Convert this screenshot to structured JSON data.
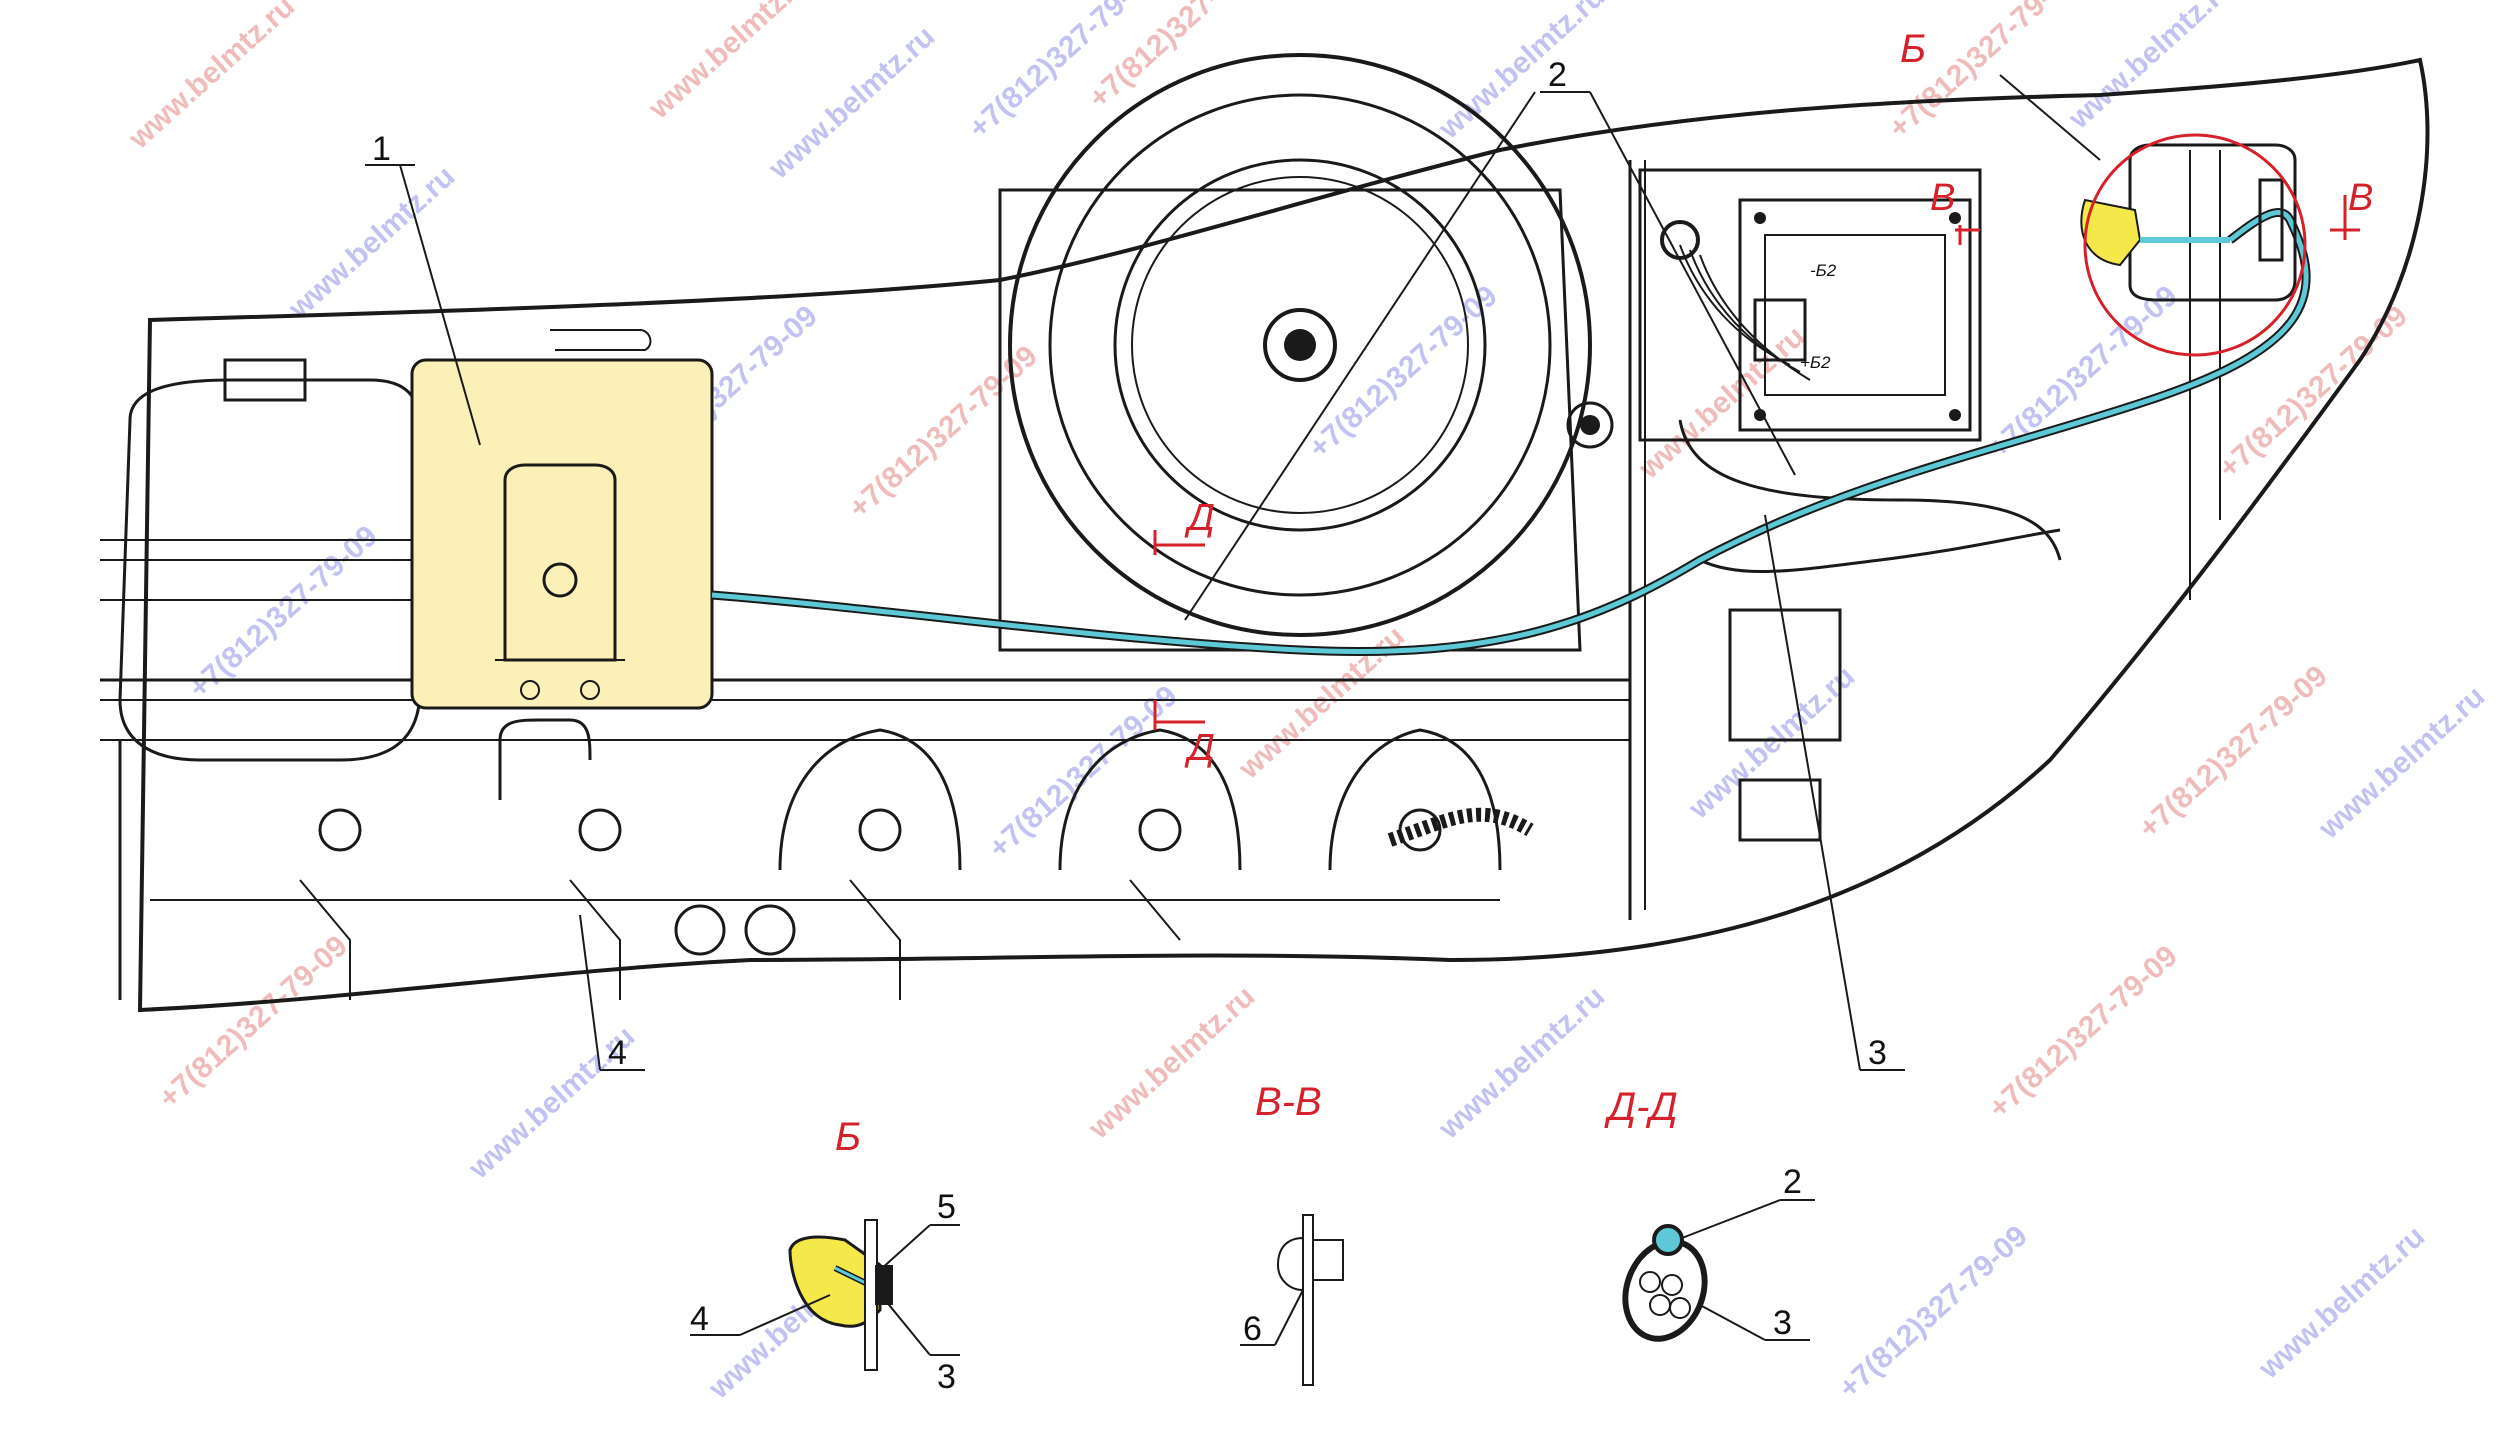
{
  "callouts": {
    "c1": "1",
    "c2_top": "2",
    "c3_right": "3",
    "c4_left": "4",
    "detailB_4": "4",
    "detailB_5": "5",
    "detailB_3": "3",
    "detailV_6": "6",
    "detailD_2": "2",
    "detailD_3": "3"
  },
  "section_marks": {
    "B_top": "Б",
    "V_left": "В",
    "V_right": "В",
    "D_top": "Д",
    "D_bottom": "Д"
  },
  "detail_titles": {
    "B": "Б",
    "VV": "В-В",
    "DD": "Д-Д"
  },
  "relay_labels": {
    "minus": "-Б2",
    "plus": "+Б2"
  },
  "watermarks": {
    "site": "www.belmtz.ru",
    "phone": "+7(812)327-79-09"
  },
  "colors": {
    "hose": "#5ec9d6",
    "tank_highlight": "#fbf0b8",
    "detail_highlight": "#f5e84a",
    "section_red": "#d6202a",
    "ink": "#1a1a1a"
  }
}
